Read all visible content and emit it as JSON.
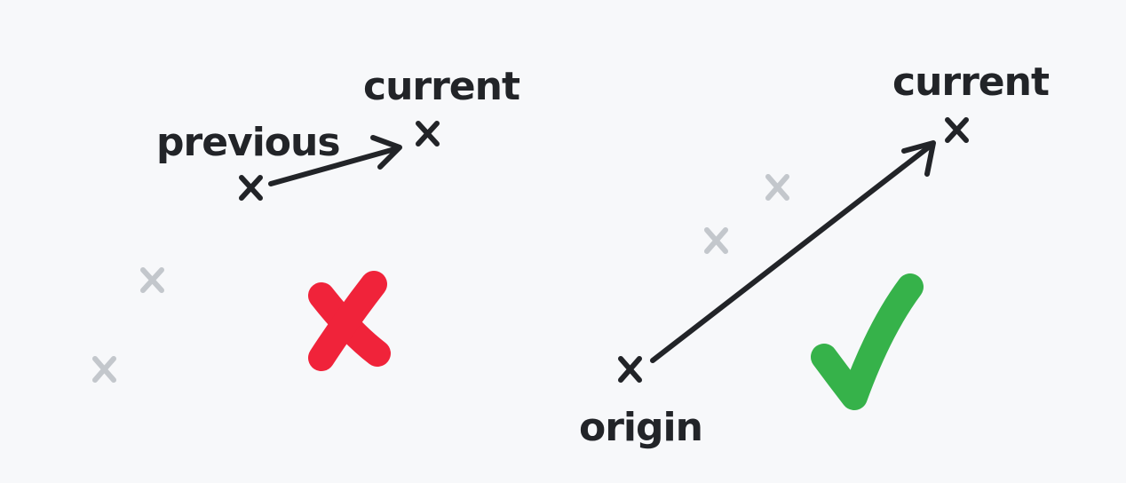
{
  "left_panel": {
    "current_label": "current",
    "previous_label": "previous",
    "verdict": "incorrect"
  },
  "right_panel": {
    "current_label": "current",
    "origin_label": "origin",
    "verdict": "correct"
  },
  "colors": {
    "background": "#f7f8fa",
    "ink": "#222428",
    "faded_marker": "#c3c7cc",
    "wrong": "#f0233a",
    "right": "#36b24a"
  },
  "icons": {
    "point_marker": "x-marker-icon",
    "incorrect": "red-cross-icon",
    "correct": "green-check-icon"
  }
}
